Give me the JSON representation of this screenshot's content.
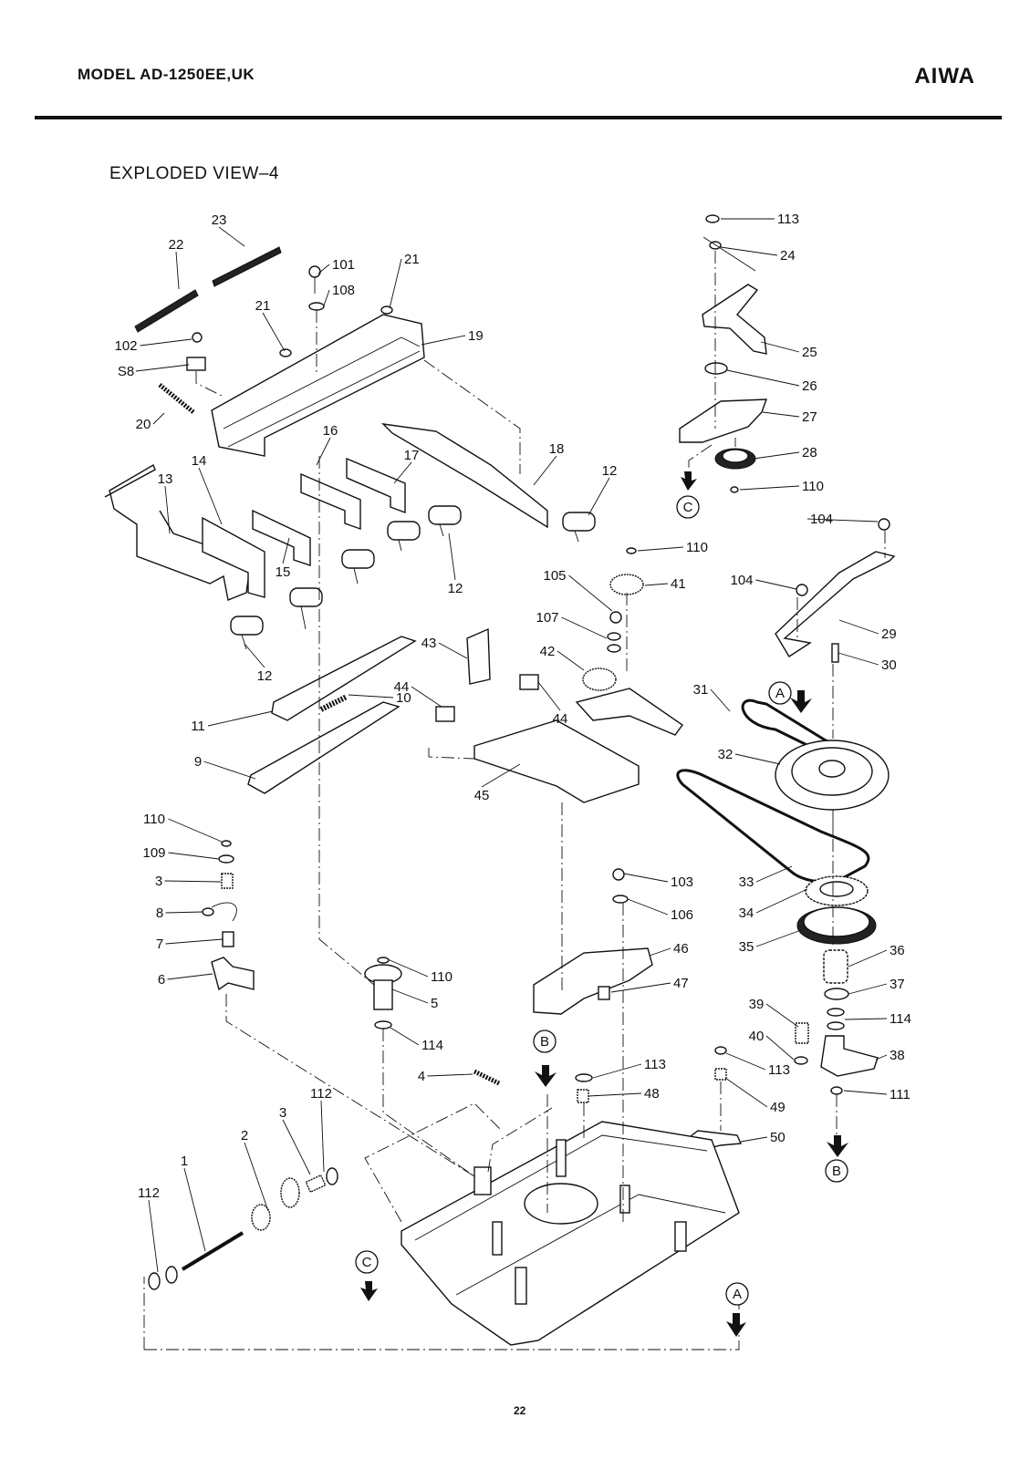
{
  "header": {
    "model": "MODEL AD-1250EE,UK",
    "brand": "AIWA"
  },
  "title": "EXPLODED VIEW–4",
  "page_number": "22",
  "connectors": [
    "A",
    "B",
    "C"
  ],
  "callouts": [
    {
      "id": "c23",
      "text": "23"
    },
    {
      "id": "c22",
      "text": "22"
    },
    {
      "id": "c101",
      "text": "101"
    },
    {
      "id": "c21a",
      "text": "21"
    },
    {
      "id": "c108",
      "text": "108"
    },
    {
      "id": "c21b",
      "text": "21"
    },
    {
      "id": "c102",
      "text": "102"
    },
    {
      "id": "c19",
      "text": "19"
    },
    {
      "id": "cS8",
      "text": "S8"
    },
    {
      "id": "c20",
      "text": "20"
    },
    {
      "id": "c16",
      "text": "16"
    },
    {
      "id": "c14",
      "text": "14"
    },
    {
      "id": "c17",
      "text": "17"
    },
    {
      "id": "c18",
      "text": "18"
    },
    {
      "id": "c13",
      "text": "13"
    },
    {
      "id": "c12a",
      "text": "12"
    },
    {
      "id": "c15",
      "text": "15"
    },
    {
      "id": "c12b",
      "text": "12"
    },
    {
      "id": "c12c",
      "text": "12"
    },
    {
      "id": "c113a",
      "text": "113"
    },
    {
      "id": "c24",
      "text": "24"
    },
    {
      "id": "c25",
      "text": "25"
    },
    {
      "id": "c26",
      "text": "26"
    },
    {
      "id": "c27",
      "text": "27"
    },
    {
      "id": "c28",
      "text": "28"
    },
    {
      "id": "c110a",
      "text": "110"
    },
    {
      "id": "c104a",
      "text": "104"
    },
    {
      "id": "c110b",
      "text": "110"
    },
    {
      "id": "c105",
      "text": "105"
    },
    {
      "id": "c41",
      "text": "41"
    },
    {
      "id": "c104b",
      "text": "104"
    },
    {
      "id": "c107",
      "text": "107"
    },
    {
      "id": "c29",
      "text": "29"
    },
    {
      "id": "c42",
      "text": "42"
    },
    {
      "id": "c43",
      "text": "43"
    },
    {
      "id": "c30",
      "text": "30"
    },
    {
      "id": "c44a",
      "text": "44"
    },
    {
      "id": "c10",
      "text": "10"
    },
    {
      "id": "c44b",
      "text": "44"
    },
    {
      "id": "c31",
      "text": "31"
    },
    {
      "id": "c11",
      "text": "11"
    },
    {
      "id": "c9",
      "text": "9"
    },
    {
      "id": "c32",
      "text": "32"
    },
    {
      "id": "c45",
      "text": "45"
    },
    {
      "id": "c110c",
      "text": "110"
    },
    {
      "id": "c109",
      "text": "109"
    },
    {
      "id": "c3a",
      "text": "3"
    },
    {
      "id": "c103",
      "text": "103"
    },
    {
      "id": "c33",
      "text": "33"
    },
    {
      "id": "c8",
      "text": "8"
    },
    {
      "id": "c106",
      "text": "106"
    },
    {
      "id": "c34",
      "text": "34"
    },
    {
      "id": "c7",
      "text": "7"
    },
    {
      "id": "c46",
      "text": "46"
    },
    {
      "id": "c35",
      "text": "35"
    },
    {
      "id": "c36",
      "text": "36"
    },
    {
      "id": "c6",
      "text": "6"
    },
    {
      "id": "c110d",
      "text": "110"
    },
    {
      "id": "c47",
      "text": "47"
    },
    {
      "id": "c5",
      "text": "5"
    },
    {
      "id": "c37",
      "text": "37"
    },
    {
      "id": "c39",
      "text": "39"
    },
    {
      "id": "c114a",
      "text": "114"
    },
    {
      "id": "c40",
      "text": "40"
    },
    {
      "id": "c114b",
      "text": "114"
    },
    {
      "id": "c38",
      "text": "38"
    },
    {
      "id": "c113b",
      "text": "113"
    },
    {
      "id": "c4",
      "text": "4"
    },
    {
      "id": "c113c",
      "text": "113"
    },
    {
      "id": "c48",
      "text": "48"
    },
    {
      "id": "c111",
      "text": "111"
    },
    {
      "id": "c49",
      "text": "49"
    },
    {
      "id": "c112a",
      "text": "112"
    },
    {
      "id": "c3b",
      "text": "3"
    },
    {
      "id": "c50",
      "text": "50"
    },
    {
      "id": "c2",
      "text": "2"
    },
    {
      "id": "c1",
      "text": "1"
    },
    {
      "id": "c112b",
      "text": "112"
    }
  ]
}
